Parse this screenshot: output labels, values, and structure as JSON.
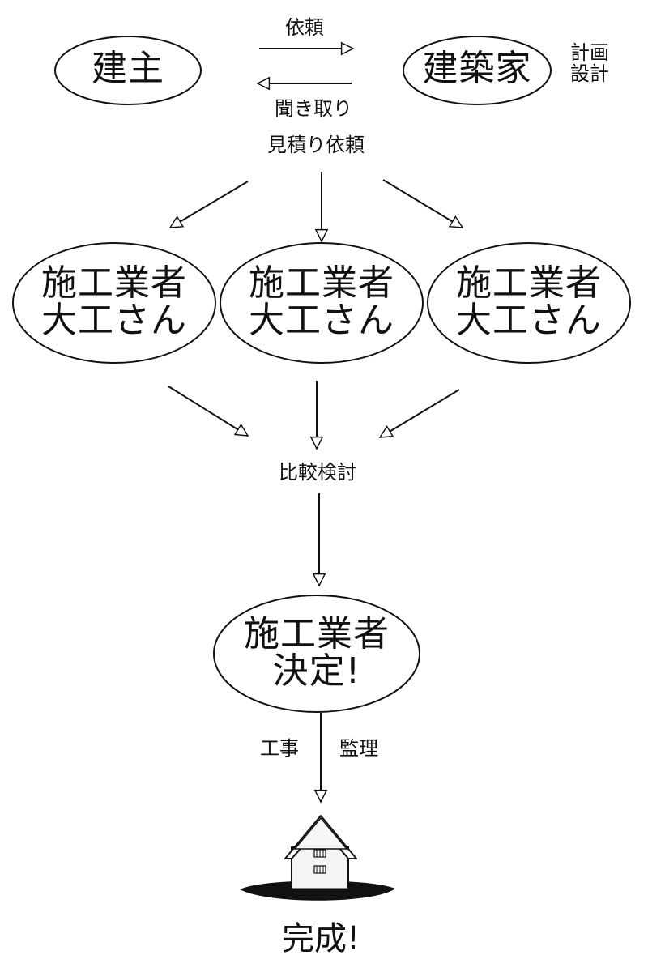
{
  "nodes": {
    "owner": "建主",
    "architect": "建築家",
    "contractor_line1": "施工業者",
    "contractor_line2": "大工さん",
    "decided_line1": "施工業者",
    "decided_line2": "決定!"
  },
  "labels": {
    "request": "依頼",
    "hearing": "聞き取り",
    "estimate_request": "見積り依頼",
    "planning": "計画",
    "design": "設計",
    "comparison": "比較検討",
    "construction": "工事",
    "supervision": "監理",
    "completion": "完成!"
  },
  "colors": {
    "stroke": "#111111",
    "ground": "#111111",
    "background": "#ffffff"
  }
}
